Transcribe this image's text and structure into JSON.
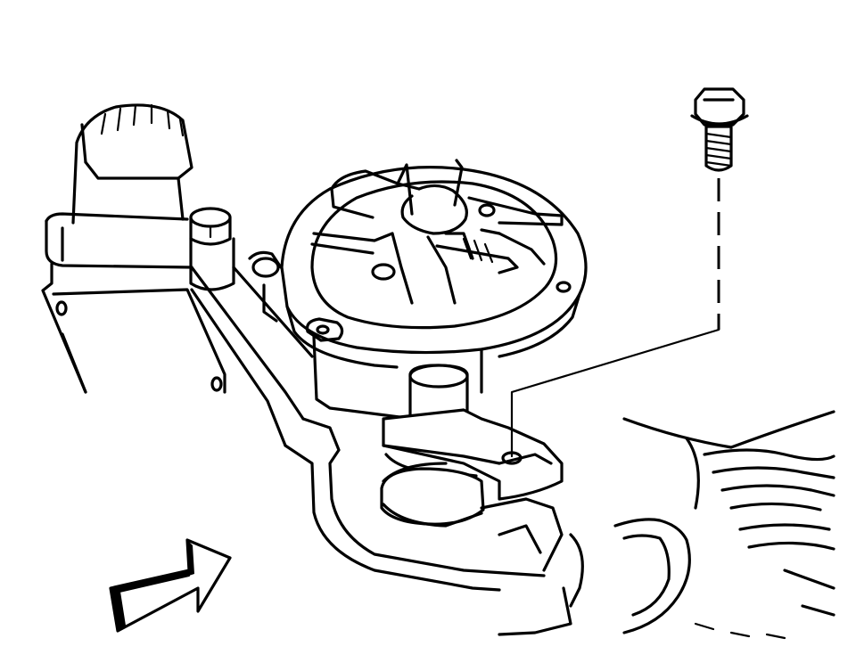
{
  "figure": {
    "background": "#ffffff",
    "ink": "#000000",
    "parts": [
      {
        "id": "bolt",
        "icon": "hex-bolt-icon"
      },
      {
        "id": "distributor",
        "icon": "distributor-housing-icon"
      },
      {
        "id": "hold-down-clamp",
        "icon": "clamp-icon"
      },
      {
        "id": "view-arrow",
        "icon": "front-arrow-icon"
      }
    ]
  }
}
